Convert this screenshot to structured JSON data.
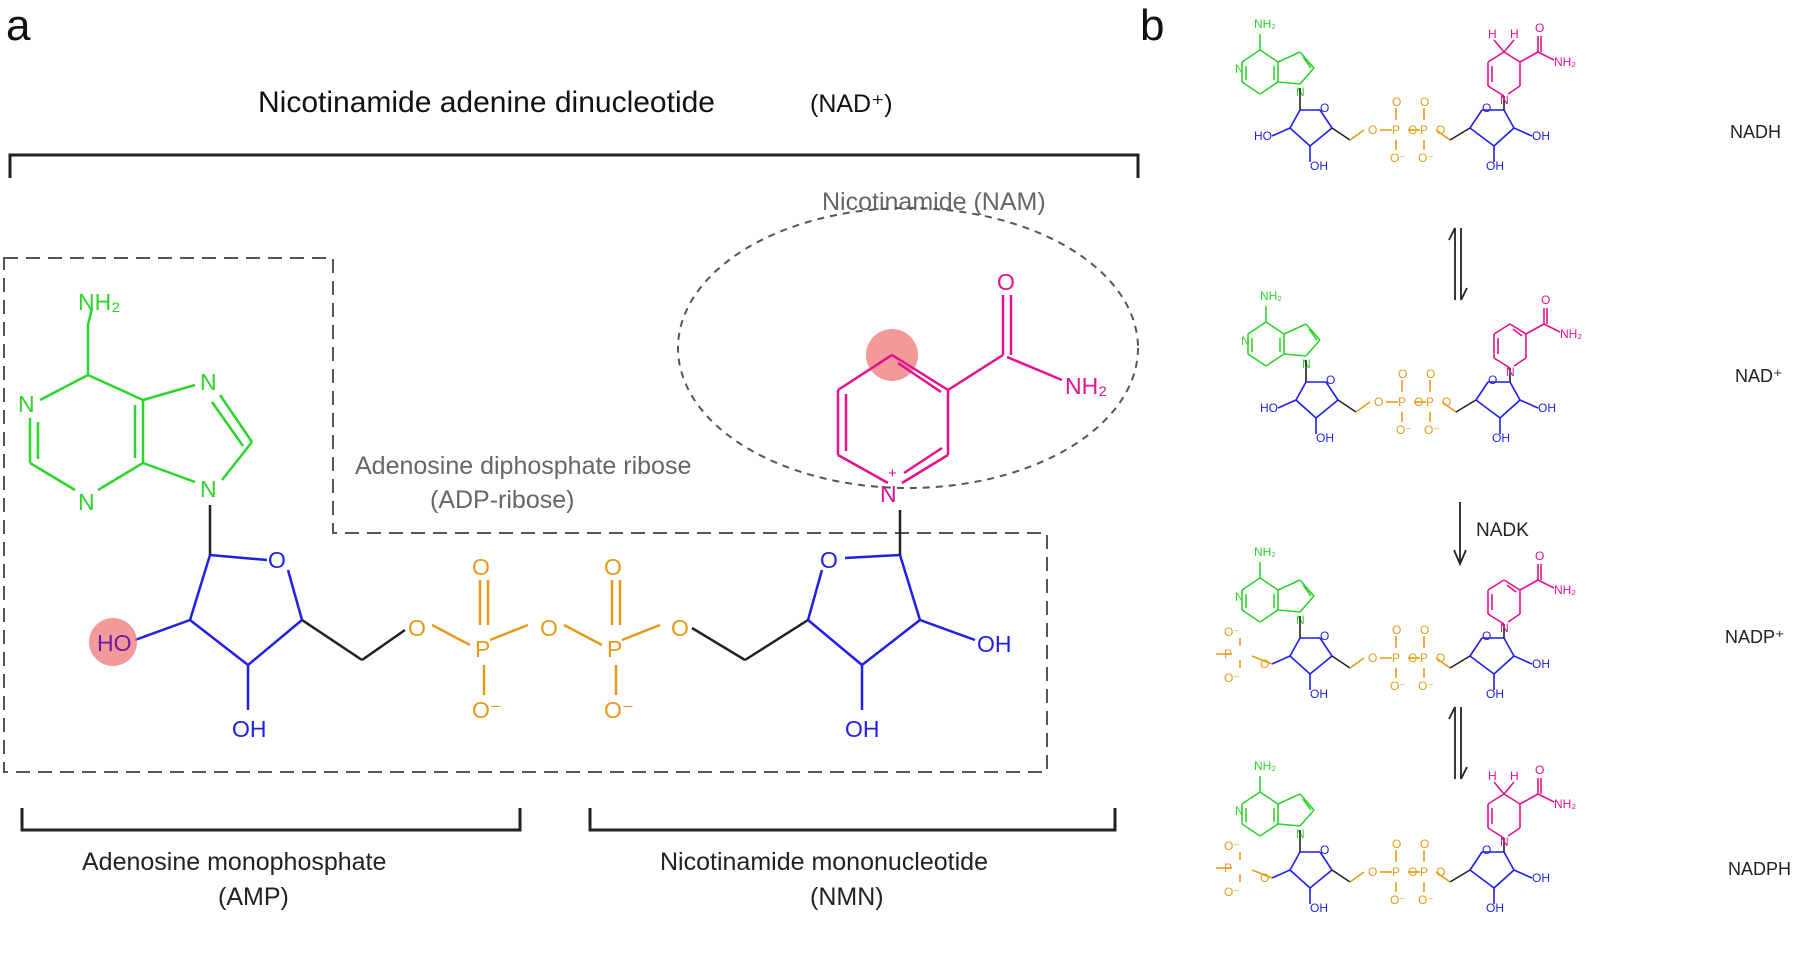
{
  "panel_a": {
    "panel_label": "a",
    "title": "Nicotinamide adenine dinucleotide",
    "title_suffix": "(NAD⁺)",
    "nam_label": "Nicotinamide (NAM)",
    "adpr_label_line1": "Adenosine diphosphate ribose",
    "adpr_label_line2": "(ADP-ribose)",
    "amp_label_line1": "Adenosine monophosphate",
    "amp_label_line2": "(AMP)",
    "nmn_label_line1": "Nicotinamide mononucleotide",
    "nmn_label_line2": "(NMN)",
    "atoms": {
      "nh2": "NH₂",
      "n": "N",
      "n_plus": "N",
      "plus": "+",
      "o": "O",
      "p": "P",
      "o_minus": "O⁻",
      "oh": "OH",
      "ho": "HO",
      "amide_nh2": "NH₂"
    }
  },
  "panel_b": {
    "panel_label": "b",
    "molecules": [
      {
        "name": "NADH",
        "reduced": true,
        "phosphorylated": false
      },
      {
        "name": "NAD⁺",
        "reduced": false,
        "phosphorylated": false
      },
      {
        "name": "NADP⁺",
        "reduced": false,
        "phosphorylated": true
      },
      {
        "name": "NADPH",
        "reduced": true,
        "phosphorylated": true
      }
    ],
    "enzyme_label": "NADK"
  },
  "colors": {
    "adenine": "#2dd42d",
    "ribose": "#1f1fe6",
    "phosphate": "#e69a1a",
    "nicotinamide": "#e0128f",
    "highlight": "#f08080",
    "bracket": "#222222",
    "dashed_box": "#555555"
  }
}
